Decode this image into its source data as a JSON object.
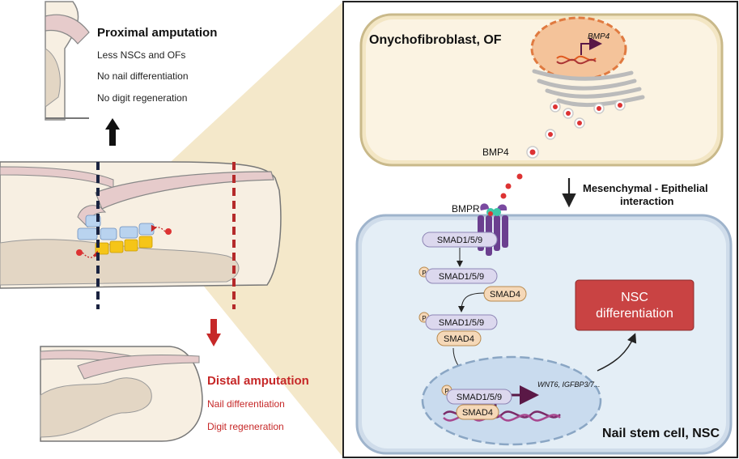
{
  "left": {
    "proximal": {
      "title": "Proximal amputation",
      "lines": [
        "Less NSCs and OFs",
        "No nail differentiation",
        "No digit regeneration"
      ]
    },
    "distal": {
      "title": "Distal amputation",
      "lines": [
        "Nail differentiation",
        "Digit regeneration"
      ]
    }
  },
  "right": {
    "of_title": "Onychofibroblast, OF",
    "gene_bmp4": "BMP4",
    "bmp4_label": "BMP4",
    "interaction": [
      "Mesenchymal - Epithelial",
      "interaction"
    ],
    "bmpr_label": "BMPR",
    "smad159": "SMAD1/5/9",
    "smad4": "SMAD4",
    "phospho": "P",
    "targets": "WNT6, IGFBP3/7...",
    "nsc_diff": [
      "NSC",
      "differentiation"
    ],
    "nsc_title": "Nail stem cell, NSC"
  },
  "colors": {
    "bone": "#e3d6c4",
    "skin": "#f7efe2",
    "nail": "#e6cbcb",
    "of_cell": "#fbf3e2",
    "nsc_cell": "#e4eef6",
    "smad_box": "#dcd8ee",
    "smad4_box": "#f5d8b8",
    "nsc_diff_box": "#c94343",
    "red_text": "#c62828",
    "fan": "#f1e2bd"
  }
}
